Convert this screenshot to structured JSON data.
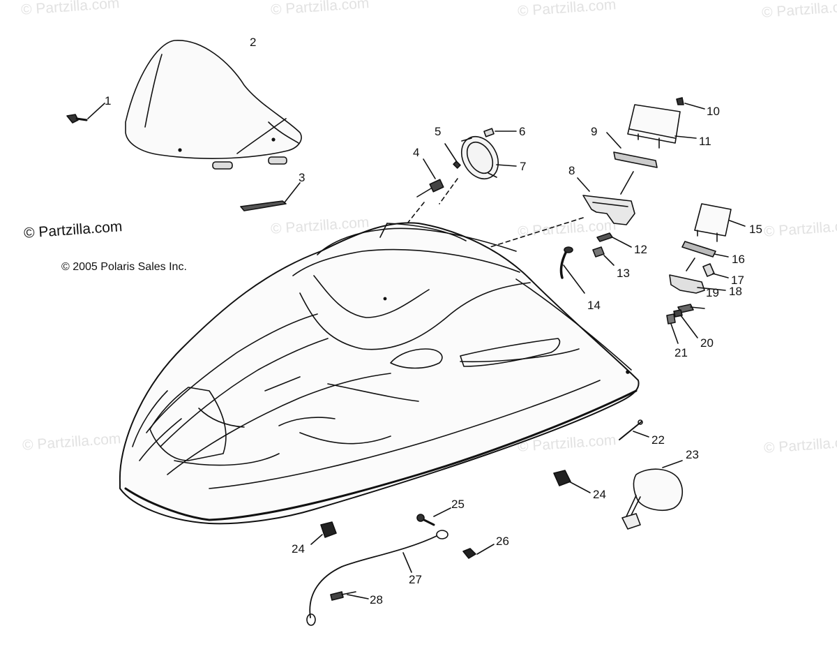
{
  "watermark": "© Partzilla.com",
  "primary_watermark": "© Partzilla.com",
  "copyright": "© 2005 Polaris Sales Inc.",
  "callouts": [
    "1",
    "2",
    "3",
    "4",
    "5",
    "6",
    "7",
    "8",
    "9",
    "10",
    "11",
    "12",
    "13",
    "14",
    "15",
    "16",
    "17",
    "18",
    "19",
    "20",
    "21",
    "22",
    "23",
    "24",
    "24",
    "25",
    "26",
    "27",
    "28"
  ]
}
